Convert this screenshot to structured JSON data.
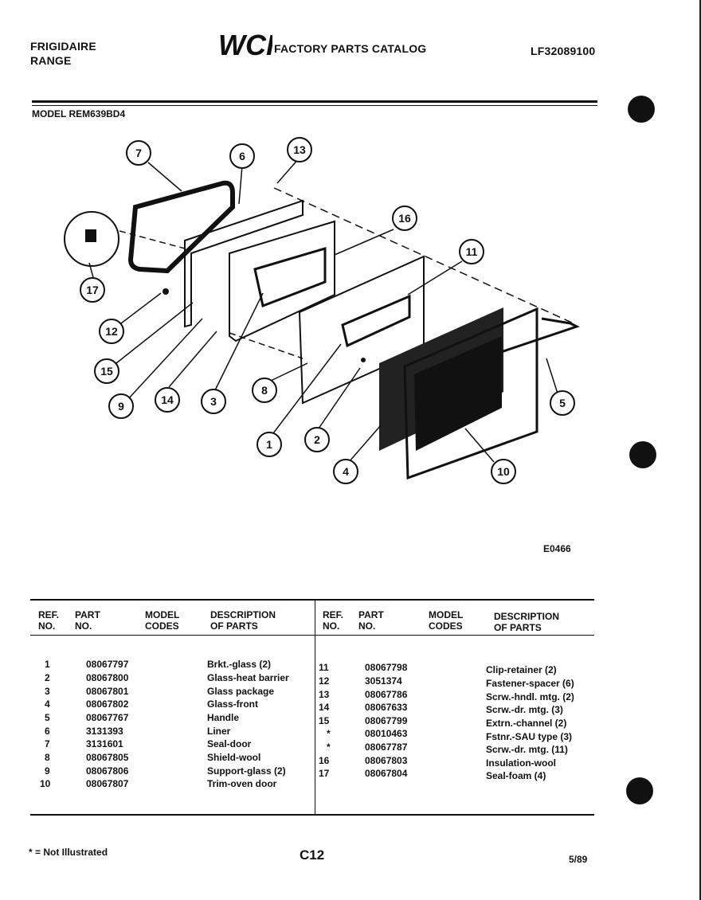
{
  "header": {
    "brand_line1": "FRIGIDAIRE",
    "brand_line2": "RANGE",
    "logo": "WCI",
    "catalog_title": "FACTORY PARTS CATALOG",
    "catalog_number": "LF32089100",
    "model": "MODEL REM639BD4"
  },
  "diagram": {
    "figure_code": "E0466",
    "callouts": [
      "7",
      "6",
      "13",
      "16",
      "11",
      "17",
      "12",
      "15",
      "9",
      "14",
      "3",
      "8",
      "1",
      "2",
      "4",
      "10",
      "5"
    ]
  },
  "table_headers": {
    "ref": "REF.",
    "no": "NO.",
    "part": "PART",
    "part_no": "NO.",
    "model": "MODEL",
    "codes": "CODES",
    "desc": "DESCRIPTION",
    "of_parts": "OF PARTS"
  },
  "left_parts": [
    {
      "ref": "1",
      "part": "08067797",
      "desc": "Brkt.-glass (2)"
    },
    {
      "ref": "2",
      "part": "08067800",
      "desc": "Glass-heat barrier"
    },
    {
      "ref": "3",
      "part": "08067801",
      "desc": "Glass package"
    },
    {
      "ref": "4",
      "part": "08067802",
      "desc": "Glass-front"
    },
    {
      "ref": "5",
      "part": "08067767",
      "desc": "Handle"
    },
    {
      "ref": "6",
      "part": "3131393",
      "desc": "Liner"
    },
    {
      "ref": "7",
      "part": "3131601",
      "desc": "Seal-door"
    },
    {
      "ref": "8",
      "part": "08067805",
      "desc": "Shield-wool"
    },
    {
      "ref": "9",
      "part": "08067806",
      "desc": "Support-glass (2)"
    },
    {
      "ref": "10",
      "part": "08067807",
      "desc": "Trim-oven door"
    }
  ],
  "right_parts": [
    {
      "ref": "11",
      "part": "08067798",
      "desc": "Clip-retainer (2)"
    },
    {
      "ref": "12",
      "part": "3051374",
      "desc": "Fastener-spacer (6)"
    },
    {
      "ref": "13",
      "part": "08067786",
      "desc": "Scrw.-hndl. mtg. (2)"
    },
    {
      "ref": "14",
      "part": "08067633",
      "desc": "Scrw.-dr. mtg. (3)"
    },
    {
      "ref": "15",
      "part": "08067799",
      "desc": "Extrn.-channel (2)"
    },
    {
      "ref": "*",
      "part": "08010463",
      "desc": "Fstnr.-SAU type (3)"
    },
    {
      "ref": "*",
      "part": "08067787",
      "desc": "Scrw.-dr. mtg. (11)"
    },
    {
      "ref": "16",
      "part": "08067803",
      "desc": "Insulation-wool"
    },
    {
      "ref": "17",
      "part": "08067804",
      "desc": "Seal-foam (4)"
    }
  ],
  "footer": {
    "note": "* = Not Illustrated",
    "page": "C12",
    "date": "5/89"
  }
}
